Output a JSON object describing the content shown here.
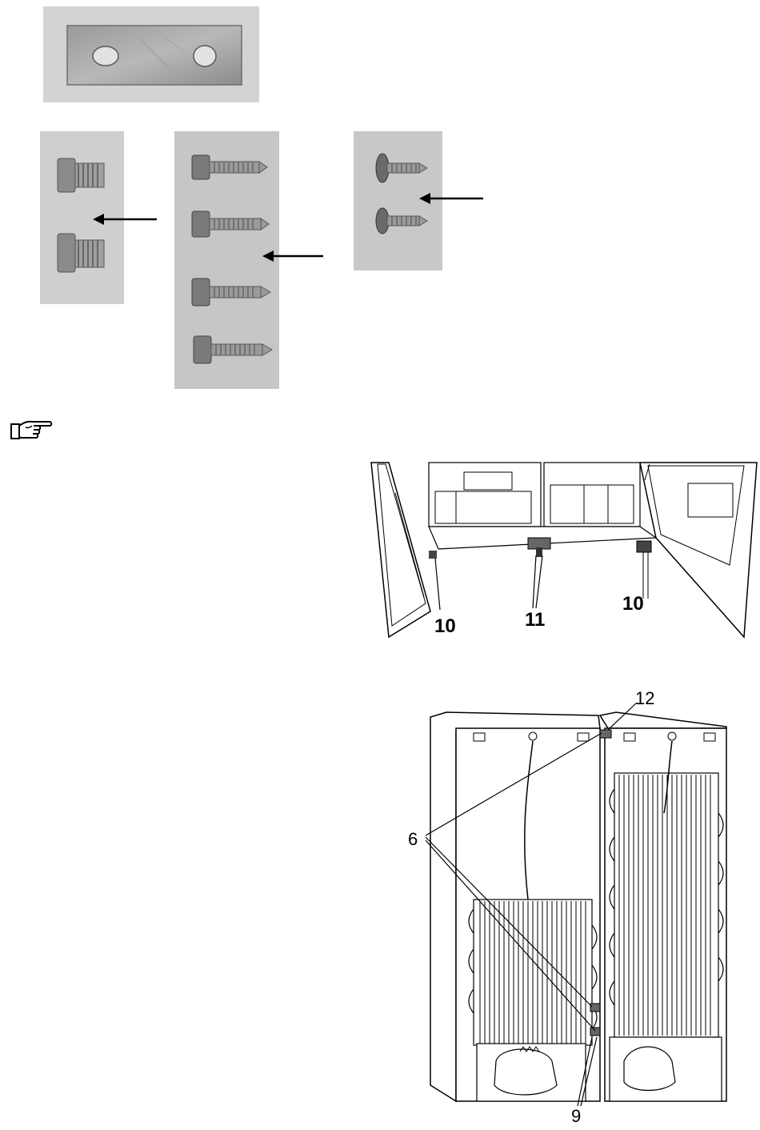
{
  "page": {
    "note_icon": "pointing-hand-icon"
  },
  "photos": {
    "plate": "mounting-plate-with-two-slots",
    "bolts": "two-hex-bolts",
    "long_screws": "four-hex-head-self-tapping-screws",
    "washer_screws": "two-washer-head-screws"
  },
  "figures": {
    "front_view": {
      "labels": {
        "left_foot": "10",
        "center_brackets": "11",
        "right_foot": "10"
      }
    },
    "rear_view": {
      "labels": {
        "top_bracket": "12",
        "brackets": "6",
        "bottom_bracket": "9"
      }
    }
  }
}
